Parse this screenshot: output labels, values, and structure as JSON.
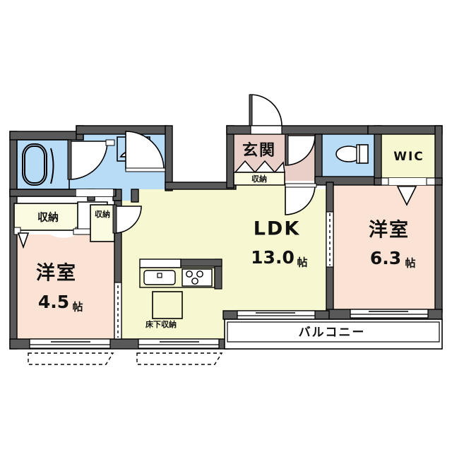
{
  "plan": {
    "type": "japanese-floor-plan",
    "layout_name": "2LDK",
    "rooms": [
      {
        "id": "ldk",
        "name": "LDK",
        "area_label": "13.0",
        "unit": "帖",
        "color": "#f7f7d2"
      },
      {
        "id": "washitsu_l",
        "name": "洋室",
        "area_label": "4.5",
        "unit": "帖",
        "color": "#fae2d4"
      },
      {
        "id": "washitsu_r",
        "name": "洋室",
        "area_label": "6.3",
        "unit": "帖",
        "color": "#fae2d4"
      },
      {
        "id": "genkan",
        "name": "玄関",
        "area_label": "",
        "unit": "",
        "color": "#e8cfc8"
      },
      {
        "id": "wic",
        "name": "WIC",
        "area_label": "",
        "unit": "",
        "color": "#f7f7d2"
      },
      {
        "id": "balcony",
        "name": "バルコニー",
        "area_label": "",
        "unit": "",
        "color": "#ffffff"
      }
    ],
    "storage_labels": [
      {
        "id": "closet_bedroom_l",
        "text": "収納"
      },
      {
        "id": "closet_hall",
        "text": "収納"
      },
      {
        "id": "closet_genkan",
        "text": "収納"
      },
      {
        "id": "under_floor",
        "text": "床下収納"
      }
    ],
    "fixtures": [
      {
        "id": "bathtub",
        "name": "bathtub-icon"
      },
      {
        "id": "vanity",
        "name": "washbasin-icon"
      },
      {
        "id": "toilet",
        "name": "toilet-icon"
      },
      {
        "id": "sink",
        "name": "kitchen-sink-icon"
      },
      {
        "id": "stove",
        "name": "gas-stove-icon"
      },
      {
        "id": "floor-hatch",
        "name": "floor-storage-hatch-icon"
      }
    ],
    "colors": {
      "wall": "#595959",
      "wall_outline": "#000000",
      "bath_blue": "#b9dcf6",
      "ldk_yellow": "#f7f7d2",
      "bedroom_peach": "#fae2d4",
      "genkan_tan": "#e8cfc8",
      "wic_yellow": "#f7f7d2",
      "closet_cream": "#fbfbe2",
      "white": "#ffffff",
      "line": "#000000",
      "text": "#111111"
    }
  }
}
